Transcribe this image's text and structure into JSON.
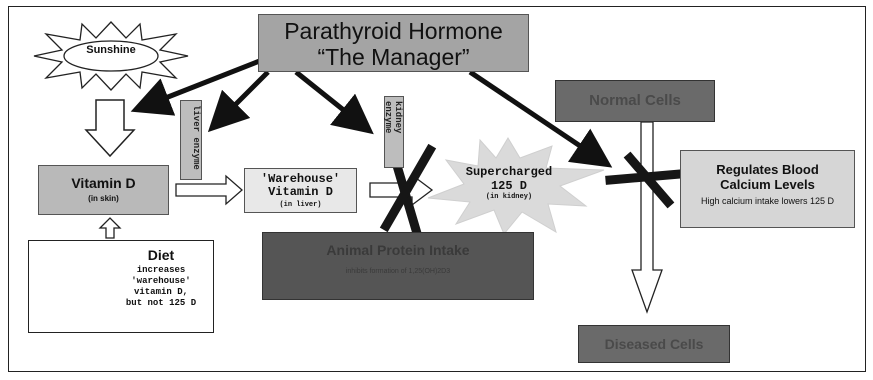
{
  "pth": {
    "line1": "Parathyroid Hormone",
    "line2": "“The Manager”"
  },
  "sunshine": {
    "label": "Sunshine"
  },
  "vitamin_d": {
    "title": "Vitamin D",
    "sub": "(in skin)"
  },
  "liver_enzyme": {
    "label": "liver enzyme"
  },
  "kidney_enzyme": {
    "label": "kidney enzyme"
  },
  "warehouse": {
    "line1": "'Warehouse'",
    "line2": "Vitamin D",
    "sub": "(in liver)"
  },
  "supercharged": {
    "line1": "Supercharged",
    "line2": "125 D",
    "sub": "(in kidney)"
  },
  "normal_cells": {
    "label": "Normal Cells"
  },
  "regulates": {
    "line1": "Regulates Blood",
    "line2": "Calcium Levels",
    "sub": "High calcium intake lowers 125 D"
  },
  "animal_protein": {
    "title": "Animal Protein Intake",
    "sub": "inhibits formation of 1,25(OH)2D3"
  },
  "diet": {
    "title": "Diet",
    "sub_lines": [
      "increases",
      "'warehouse'",
      "vitamin D,",
      "but not 125 D"
    ]
  },
  "diseased_cells": {
    "label": "Diseased Cells"
  },
  "colors": {
    "arrow": "#111111",
    "cross": "#161616",
    "dark_box": "#555555",
    "mid_box": "#6a6a6a"
  }
}
